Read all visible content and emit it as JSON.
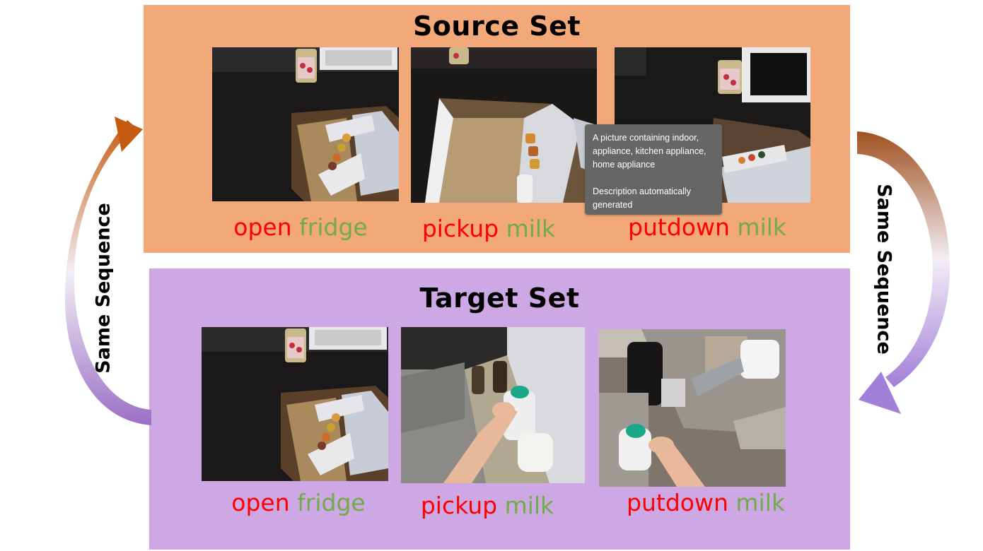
{
  "source_set": {
    "title": "Source Set",
    "background": "#f2a878",
    "frames": [
      {
        "verb": "open",
        "object": "fridge"
      },
      {
        "verb": "pickup",
        "object": "milk"
      },
      {
        "verb": "putdown",
        "object": "milk"
      }
    ]
  },
  "target_set": {
    "title": "Target Set",
    "background": "#cda8e4",
    "frames": [
      {
        "verb": "open",
        "object": "fridge"
      },
      {
        "verb": "pickup",
        "object": "milk"
      },
      {
        "verb": "putdown",
        "object": "milk"
      }
    ]
  },
  "left_label": "Same Sequence",
  "right_label": "Same Sequence",
  "tooltip": {
    "line1": "A picture containing indoor,",
    "line2": "appliance, kitchen appliance,",
    "line3": "home appliance",
    "line4": "Description automatically",
    "line5": "generated"
  },
  "colors": {
    "verb": "#ff0000",
    "object": "#70ad47",
    "arrow_orange": "#c55a11",
    "arrow_purple": "#9b6fc6",
    "tooltip_bg": "#666666"
  }
}
